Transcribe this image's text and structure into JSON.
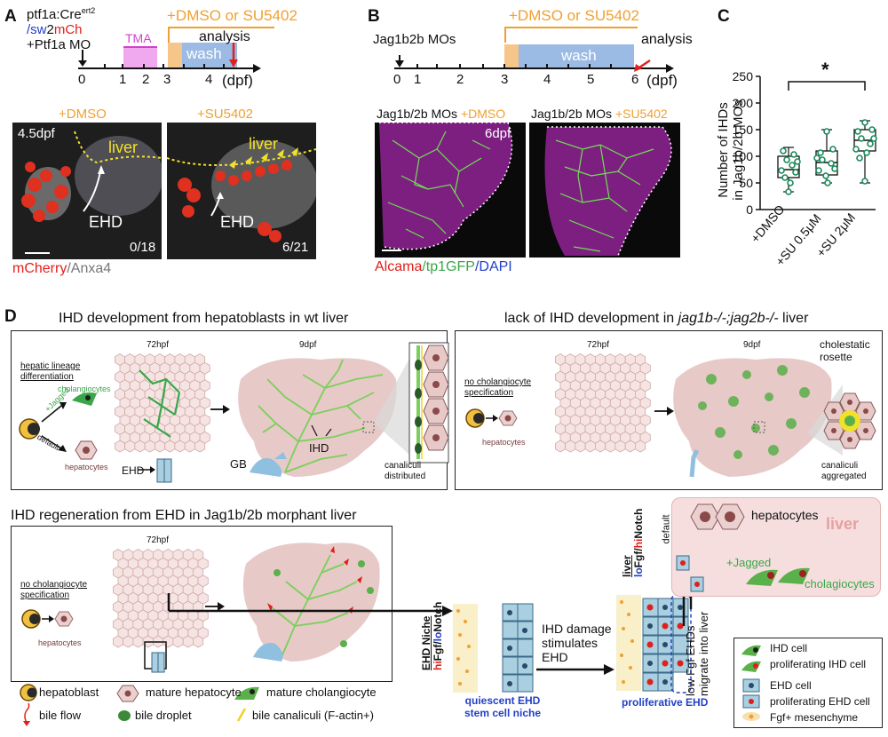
{
  "panelA": {
    "letter": "A",
    "genotype_line1": "ptf1a:Cre",
    "genotype_sup": "ert2",
    "genotype_line2_sw": "/sw",
    "genotype_line2_2": "2",
    "genotype_line2_mch": "mCh",
    "genotype_line3": "+Ptf1a MO",
    "tma": "TMA",
    "treatment": "+DMSO or SU5402",
    "wash": "wash",
    "analysis": "analysis",
    "axis_ticks": [
      "0",
      "1",
      "2",
      "3",
      "4"
    ],
    "axis_unit": "(dpf)",
    "label_dmso": "+DMSO",
    "label_su": "+SU5402",
    "stage": "4.5dpf",
    "liver": "liver",
    "ehd": "EHD",
    "count_dmso": "0/18",
    "count_su": "6/21",
    "stain_red": "mCherry",
    "stain_grey": "/Anxa4"
  },
  "panelB": {
    "letter": "B",
    "mo": "Jag1b2b MOs",
    "treatment": "+DMSO or SU5402",
    "wash": "wash",
    "analysis": "analysis",
    "axis_ticks": [
      "0",
      "1",
      "2",
      "3",
      "4",
      "5",
      "6"
    ],
    "axis_unit": "(dpf)",
    "title_left_a": "Jag1b/2b MOs ",
    "title_left_b": "+DMSO",
    "title_right_a": "Jag1b/2b MOs ",
    "title_right_b": "+SU5402",
    "stage": "6dpf",
    "stain_red": "Alcama",
    "stain_green": "/tp1GFP",
    "stain_blue": "/DAPI"
  },
  "panelC": {
    "letter": "C",
    "ylabel_line1": "Number of IHDs",
    "ylabel_line2": "in Jag1b/2b MOs",
    "significance": "*",
    "yticks": [
      "0",
      "50",
      "100",
      "150",
      "200",
      "250"
    ]
  },
  "panelD": {
    "letter": "D",
    "wt_title": "IHD development from hepatoblasts in wt liver",
    "mut_title_a": "lack of IHD development in ",
    "mut_title_b": "jag1b-/-;jag2b-/-",
    "mut_title_c": " liver",
    "regen_title": "IHD regeneration from EHD in Jag1b/2b morphant liver",
    "stage_72": "72hpf",
    "stage_9": "9dpf",
    "hep_lineage_1": "hepatic lineage",
    "hep_lineage_2": "differentiation",
    "jagged_small": "+Jagged",
    "cholangiocytes": "cholangiocytes",
    "default": "default",
    "hepatocytes": "hepatocytes",
    "ehd": "EHD",
    "ihd": "IHD",
    "gb": "GB",
    "canaliculi_1": "canaliculi",
    "canaliculi_2": "distributed",
    "no_chol_1": "no cholangiocyte",
    "no_chol_2": "specification",
    "cholestatic_1": "cholestatic",
    "cholestatic_2": "rosette",
    "canaliculi_agg_1": "canaliculi",
    "canaliculi_agg_2": "aggregated",
    "niche_title": "EHD Niche",
    "niche_hi": "hi",
    "niche_fgf": "Fgf/",
    "niche_lo": "lo",
    "niche_notch": "Notch",
    "ihd_damage_1": "IHD damage",
    "ihd_damage_2": "stimulates",
    "ihd_damage_3": "EHD",
    "quiescent_1": "quiescent EHD",
    "quiescent_2": "stem cell niche",
    "proliferative": "proliferative EHD",
    "migrate_1": "low Fgf EHDs",
    "migrate_2": "migrate into liver",
    "liver_box_title": "liver",
    "liver_side_title": "liver",
    "liver_lo": "lo",
    "liver_fgf": "Fgf/",
    "liver_hi": "hi",
    "liver_notch": "Notch",
    "liver_default": "default",
    "liver_hepatocytes": "hepatocytes",
    "liver_jagged": "+Jagged",
    "liver_cholangiocytes": "cholagiocytes",
    "legend_hepatoblast": "hepatoblast",
    "legend_mature_hep": "mature hepatocyte",
    "legend_mature_chol": "mature cholangiocyte",
    "legend_bile_flow": "bile flow",
    "legend_bile_droplet": "bile droplet",
    "legend_bile_can": "bile canaliculi (F-actin+)",
    "legend2_ihd": "IHD cell",
    "legend2_prolif_ihd": "proliferating IHD cell",
    "legend2_ehd": "EHD cell",
    "legend2_prolif_ehd": "proliferating EHD cell",
    "legend2_fgf": "Fgf+ mesenchyme"
  },
  "colors": {
    "orange": "#f0a030",
    "wash_blue": "#8fb4e3",
    "tma_pink": "#e36fd8",
    "red": "#e0201a",
    "green": "#3aa64a",
    "blue": "#2240c8",
    "hep_pink": "#e8c8c8",
    "liver_bg": "#e7c9c8"
  }
}
